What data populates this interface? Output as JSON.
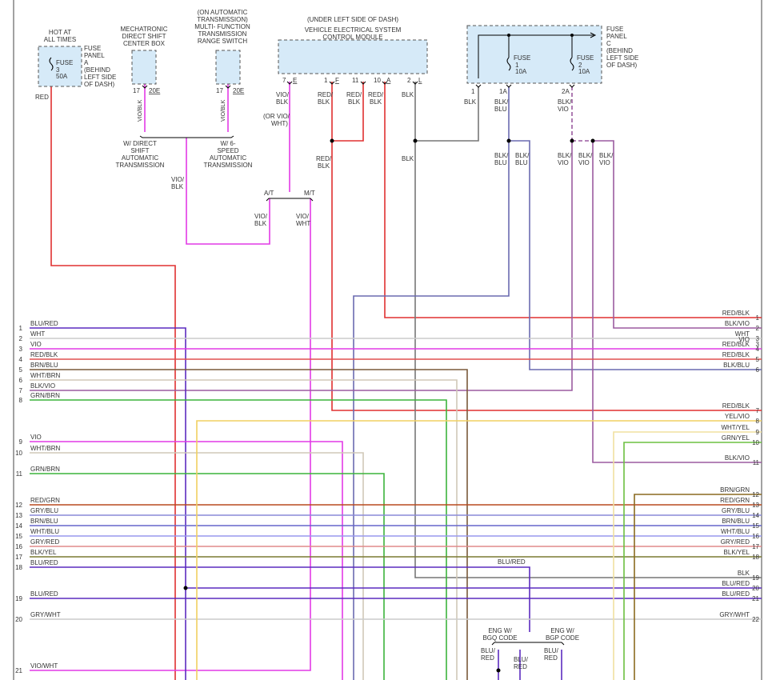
{
  "components": {
    "fuse_panel_a": {
      "hot": [
        "HOT AT",
        "ALL TIMES"
      ],
      "fuse": [
        "FUSE",
        "3",
        "50A"
      ],
      "panel": [
        "FUSE",
        "PANEL",
        "A",
        "(BEHIND",
        "LEFT SIDE",
        "OF DASH)"
      ],
      "out_wire": "RED"
    },
    "mechatronic": {
      "title": [
        "MECHATRONIC",
        "DIRECT SHIFT",
        "CENTER BOX"
      ],
      "pin": "17",
      "term": "20E",
      "wire": "VIO/BLK"
    },
    "range_switch": {
      "title": [
        "(ON AUTOMATIC",
        "TRANSMISSION)",
        "MULTI- FUNCTION",
        "TRANSMISSION",
        "RANGE SWITCH"
      ],
      "pin": "17",
      "term": "20E",
      "wire": "VIO/BLK"
    },
    "vescm": {
      "title": [
        "(UNDER LEFT SIDE OF DASH)",
        "VEHICLE ELECTRICAL SYSTEM",
        "CONTROL MODULE"
      ],
      "pins": [
        {
          "num": "7",
          "letter": "E",
          "wire": [
            "VIO/",
            "BLK"
          ]
        },
        {
          "num": "1",
          "letter": "F",
          "wire": [
            "RED/",
            "BLK"
          ]
        },
        {
          "num": "11",
          "letter": "",
          "wire": [
            "RED/",
            "BLK"
          ]
        },
        {
          "num": "10",
          "letter": "A",
          "wire": [
            "RED/",
            "BLK"
          ]
        },
        {
          "num": "2",
          "letter": "L",
          "wire": [
            "BLK"
          ]
        }
      ],
      "alt_wire": [
        "(OR VIO/",
        "WHT)"
      ]
    },
    "fuse_panel_c": {
      "panel": [
        "FUSE",
        "PANEL",
        "C",
        "(BEHIND",
        "LEFT SIDE",
        "OF DASH)"
      ],
      "fuse1": [
        "FUSE",
        "1",
        "10A"
      ],
      "fuse2": [
        "FUSE",
        "2",
        "10A"
      ],
      "pins": [
        {
          "num": "1",
          "wire": [
            "BLK"
          ]
        },
        {
          "num": "1A",
          "wire": [
            "BLK/",
            "BLU"
          ]
        },
        {
          "num": "2A",
          "wire": [
            "BLK/",
            "VIO"
          ]
        }
      ]
    }
  },
  "notes": {
    "direct_shift": [
      "W/ DIRECT",
      "SHIFT",
      "AUTOMATIC",
      "TRANSMISSION"
    ],
    "six_speed": [
      "W/ 6-",
      "SPEED",
      "AUTOMATIC",
      "TRANSMISSION"
    ],
    "vio_blk": [
      "VIO/",
      "BLK"
    ],
    "at": "A/T",
    "mt": "M/T",
    "at_wire": [
      "VIO/",
      "BLK"
    ],
    "mt_wire": [
      "VIO/",
      "WHT"
    ],
    "red_blk_mid": [
      "RED/",
      "BLK"
    ],
    "blk_mid": "BLK",
    "blk_blu_a": [
      "BLK/",
      "BLU"
    ],
    "blk_blu_b": [
      "BLK/",
      "BLU"
    ],
    "blk_vio_a": [
      "BLK/",
      "VIO"
    ],
    "blk_vio_b": [
      "BLK/",
      "VIO"
    ],
    "blk_vio_c": [
      "BLK/",
      "VIO"
    ],
    "blu_red_mid": "BLU/RED",
    "eng_bgq": [
      "ENG W/",
      "BGQ CODE"
    ],
    "eng_bgp": [
      "ENG W/",
      "BGP CODE"
    ],
    "bgq_wire": [
      "BLU/",
      "RED"
    ],
    "mid_wire": [
      "BLU/",
      "RED"
    ],
    "bgp_wire": [
      "BLU/",
      "RED"
    ]
  },
  "left_connector": [
    {
      "pin": "1",
      "wire": "BLU/RED",
      "color": "#5b2bbf"
    },
    {
      "pin": "2",
      "wire": "WHT",
      "color": "#cccccc"
    },
    {
      "pin": "3",
      "wire": "VIO",
      "color": "#e23ae6"
    },
    {
      "pin": "4",
      "wire": "RED/BLK",
      "color": "#e23ae6"
    },
    {
      "pin": "5",
      "wire": "BRN/BLU",
      "color": "#e05050"
    },
    {
      "pin": "6",
      "wire": "WHT/BRN",
      "color": "#7a5a3a"
    },
    {
      "pin": "7",
      "wire": "BLK/VIO",
      "color": "#9b7bc4"
    },
    {
      "pin": "8",
      "wire": "GRN/BRN",
      "color": "#3cb43c"
    },
    {
      "pin": "9",
      "wire": "VIO",
      "color": "#e23ae6"
    },
    {
      "pin": "10",
      "wire": "WHT/BRN",
      "color": "#d0c8b8"
    },
    {
      "pin": "11",
      "wire": "GRN/BRN",
      "color": "#3cb43c"
    },
    {
      "pin": "12",
      "wire": "RED/GRN",
      "color": "#b84a1e"
    },
    {
      "pin": "13",
      "wire": "GRY/BLU",
      "color": "#8a8ad8"
    },
    {
      "pin": "14",
      "wire": "BRN/BLU",
      "color": "#6666cc"
    },
    {
      "pin": "15",
      "wire": "WHT/BLU",
      "color": "#9999ee"
    },
    {
      "pin": "16",
      "wire": "GRY/RED",
      "color": "#e08a8a"
    },
    {
      "pin": "17",
      "wire": "BLK/YEL",
      "color": "#7a7a30"
    },
    {
      "pin": "18",
      "wire": "BLU/RED",
      "color": "#5b2bbf"
    },
    {
      "pin": "19",
      "wire": "BLU/RED",
      "color": "#5b2bbf"
    },
    {
      "pin": "20",
      "wire": "GRY/WHT",
      "color": "#cccccc"
    },
    {
      "pin": "21",
      "wire": "VIO/WHT",
      "color": "#e23ae6"
    }
  ],
  "right_connector": [
    {
      "pin": "1",
      "wire": "RED/BLK",
      "color": "#e03030"
    },
    {
      "pin": "2",
      "wire": "BLK/VIO",
      "color": "#9b5ba0"
    },
    {
      "pin": "3",
      "wire": "WHT",
      "color": "#cccccc"
    },
    {
      "pin": "3",
      "wire": "VIO",
      "color": "#cccccc"
    },
    {
      "pin": "4",
      "wire": "RED/BLK",
      "color": "#e23ae6"
    },
    {
      "pin": "5",
      "wire": "RED/BLK",
      "color": "#e05050"
    },
    {
      "pin": "6",
      "wire": "BLK/BLU",
      "color": "#6a6ab0"
    },
    {
      "pin": "7",
      "wire": "RED/BLK",
      "color": "#e03030"
    },
    {
      "pin": "8",
      "wire": "YEL/VIO",
      "color": "#f0d060"
    },
    {
      "pin": "9",
      "wire": "WHT/YEL",
      "color": "#f0e0a0"
    },
    {
      "pin": "10",
      "wire": "GRN/YEL",
      "color": "#6cc040"
    },
    {
      "pin": "11",
      "wire": "BLK/VIO",
      "color": "#9b5ba0"
    },
    {
      "pin": "12",
      "wire": "BRN/GRN",
      "color": "#8a6a20"
    },
    {
      "pin": "13",
      "wire": "RED/GRN",
      "color": "#b84a1e"
    },
    {
      "pin": "14",
      "wire": "GRY/BLU",
      "color": "#8a8ad8"
    },
    {
      "pin": "15",
      "wire": "BRN/BLU",
      "color": "#6666cc"
    },
    {
      "pin": "16",
      "wire": "WHT/BLU",
      "color": "#9999ee"
    },
    {
      "pin": "17",
      "wire": "GRY/RED",
      "color": "#e08a8a"
    },
    {
      "pin": "18",
      "wire": "BLK/YEL",
      "color": "#7a7a30"
    },
    {
      "pin": "19",
      "wire": "BLK",
      "color": "#777777"
    },
    {
      "pin": "20",
      "wire": "BLU/RED",
      "color": "#5b2bbf"
    },
    {
      "pin": "21",
      "wire": "BLU/RED",
      "color": "#5b2bbf"
    },
    {
      "pin": "22",
      "wire": "GRY/WHT",
      "color": "#cccccc"
    }
  ],
  "colors": {
    "red": "#e03030",
    "violet": "#e23ae6",
    "blue_red": "#5b2bbf",
    "black": "#777777",
    "blk_blu": "#6a6ab0",
    "blk_vio": "#9b5ba0",
    "box_fill": "#d6eaf8"
  }
}
